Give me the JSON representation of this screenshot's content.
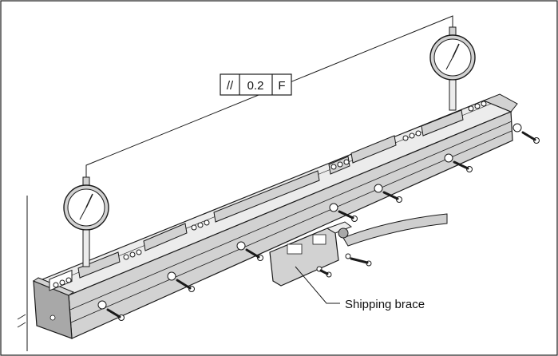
{
  "tolerance_frame": {
    "symbol": "//",
    "value": "0.2",
    "datum": "F"
  },
  "callout": {
    "shipping_brace_label": "Shipping brace"
  },
  "colors": {
    "line": "#1a1a1a",
    "fill_light": "#ececec",
    "fill_mid": "#d2d2d2",
    "fill_dark": "#a8a8a8",
    "cable": "#cfcfcf"
  },
  "icons": [
    "dial-gauge-icon",
    "socket-screw-icon",
    "washer-icon"
  ]
}
